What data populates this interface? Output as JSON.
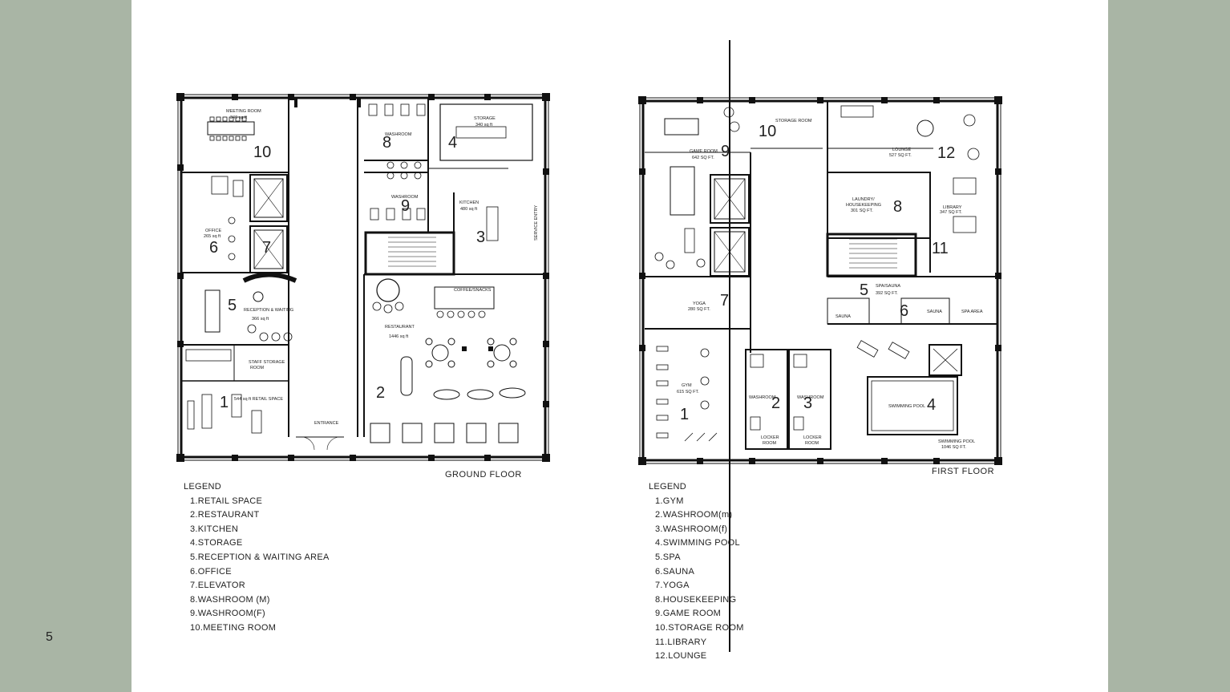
{
  "page_number": "5",
  "ground_floor": {
    "title": "GROUND FLOOR",
    "legend_title": "LEGEND",
    "legend": [
      "1.RETAIL SPACE",
      "2.RESTAURANT",
      "3.KITCHEN",
      "4.STORAGE",
      "5.RECEPTION & WAITING AREA",
      "6.OFFICE",
      "7.ELEVATOR",
      "8.WASHROOM (M)",
      "9.WASHROOM(F)",
      "10.MEETING ROOM"
    ],
    "rooms": {
      "meeting": {
        "name": "MEETING ROOM",
        "area": "346 sq ft",
        "num": "10"
      },
      "office": {
        "name": "OFFICE",
        "area": "265 sq ft",
        "num": "6"
      },
      "elevator": {
        "num": "7"
      },
      "reception": {
        "name": "RECEPTION & WAITING",
        "area": "366 sq ft",
        "num": "5"
      },
      "staff": {
        "name": "STAFF STORAGE",
        "sub": "ROOM"
      },
      "retail": {
        "name": "544 sq ft RETAIL SPACE",
        "num": "1"
      },
      "entrance": {
        "name": "ENTRANCE"
      },
      "washroom_m": {
        "name": "WASHROOM",
        "num": "8"
      },
      "washroom_f": {
        "name": "WASHROOM",
        "num": "9"
      },
      "storage": {
        "name": "STORAGE",
        "area": "340 sq ft",
        "num": "4"
      },
      "kitchen": {
        "name": "KITCHEN",
        "area": "480 sq ft",
        "num": "3"
      },
      "service": {
        "name": "SERVICE ENTRY"
      },
      "counter": {
        "name": "COFFEE/SNACKS"
      },
      "restaurant": {
        "name": "RESTAURANT",
        "area": "1446 sq ft",
        "num": "2"
      }
    }
  },
  "first_floor": {
    "title": "FIRST FLOOR",
    "legend_title": "LEGEND",
    "legend": [
      "1.GYM",
      "2.WASHROOM(m)",
      "3.WASHROOM(f)",
      "4.SWIMMING POOL",
      "5.SPA",
      "6.SAUNA",
      "7.YOGA",
      "8.HOUSEKEEPING",
      "9.GAME ROOM",
      "10.STORAGE ROOM",
      "11.LIBRARY",
      "12.LOUNGE"
    ],
    "rooms": {
      "game": {
        "name": "GAME ROOM",
        "area": "642 SQ FT.",
        "num": "9"
      },
      "storage": {
        "name": "STORAGE ROOM",
        "num": "10"
      },
      "lounge": {
        "name": "LOUNGE",
        "area": "527 SQ FT.",
        "num": "12"
      },
      "laundry": {
        "name": "LAUNDRY/",
        "sub": "HOUSEKEEPING",
        "area": "301 SQ FT.",
        "num": "8"
      },
      "library": {
        "name": "LIBRARY",
        "area": "347 SQ FT.",
        "num": "11"
      },
      "spa": {
        "name": "SPA/SAUNA",
        "area": "392 SQ FT.",
        "num": "5"
      },
      "sauna": {
        "name": "SAUNA",
        "num": "6"
      },
      "sauna2": {
        "name": "SAUNA"
      },
      "spa_area": {
        "name": "SPA AREA"
      },
      "yoga": {
        "name": "YOGA",
        "area": "280 SQ FT.",
        "num": "7"
      },
      "gym": {
        "name": "GYM",
        "area": "615 SQ FT.",
        "num": "1"
      },
      "washroom_m": {
        "name": "WASHROOM",
        "num": "2"
      },
      "washroom_f": {
        "name": "WASHROOM",
        "num": "3"
      },
      "locker_m": {
        "name": "LOCKER",
        "sub": "ROOM"
      },
      "locker_f": {
        "name": "LOCKER",
        "sub": "ROOM"
      },
      "pool": {
        "name": "SWIMMING POOL",
        "num": "4"
      },
      "pool_area": {
        "name": "SWIMMING POOL",
        "area": "1046 SQ FT."
      }
    }
  }
}
